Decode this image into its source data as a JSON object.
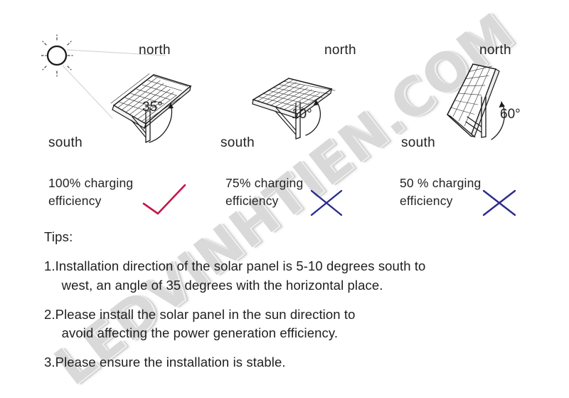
{
  "watermark": {
    "text": "LEDVINHTIEN.COM"
  },
  "panels": [
    {
      "id": "panel-35",
      "north_label": "north",
      "south_label": "south",
      "angle_label": "35°",
      "angle_value": 35,
      "tilt_deg": 35,
      "has_sun": true,
      "efficiency_text_line1": "100% charging",
      "efficiency_text_line2": "efficiency",
      "efficiency_percent": 100,
      "verdict": "check",
      "verdict_color": "#C2184A"
    },
    {
      "id": "panel-10",
      "north_label": "north",
      "south_label": "south",
      "angle_label": "10°",
      "angle_value": 10,
      "tilt_deg": 10,
      "has_sun": false,
      "efficiency_text_line1": "75% charging",
      "efficiency_text_line2": "efficiency",
      "efficiency_percent": 75,
      "verdict": "cross",
      "verdict_color": "#2B2B8C"
    },
    {
      "id": "panel-60",
      "north_label": "north",
      "south_label": "south",
      "angle_label": "60°",
      "angle_value": 60,
      "tilt_deg": 60,
      "has_sun": false,
      "efficiency_text_line1": "50 % charging",
      "efficiency_text_line2": "efficiency",
      "efficiency_percent": 50,
      "verdict": "cross",
      "verdict_color": "#2B2B8C"
    }
  ],
  "tips": {
    "title": "Tips:",
    "items": [
      {
        "number": "1.",
        "line1": "Installation direction of the solar panel is 5-10 degrees south to",
        "line2": "west, an angle of  35 degrees with the horizontal place."
      },
      {
        "number": "2.",
        "line1": "Please install the solar panel in the sun direction to",
        "line2": "avoid affecting the power generation efficiency."
      },
      {
        "number": "3.",
        "line1": "Please ensure the installation is stable.",
        "line2": ""
      }
    ]
  },
  "colors": {
    "background": "#ffffff",
    "ink": "#1a1a1a",
    "watermark": "#d9d9d9",
    "check": "#C2184A",
    "cross": "#2B2B8C"
  }
}
